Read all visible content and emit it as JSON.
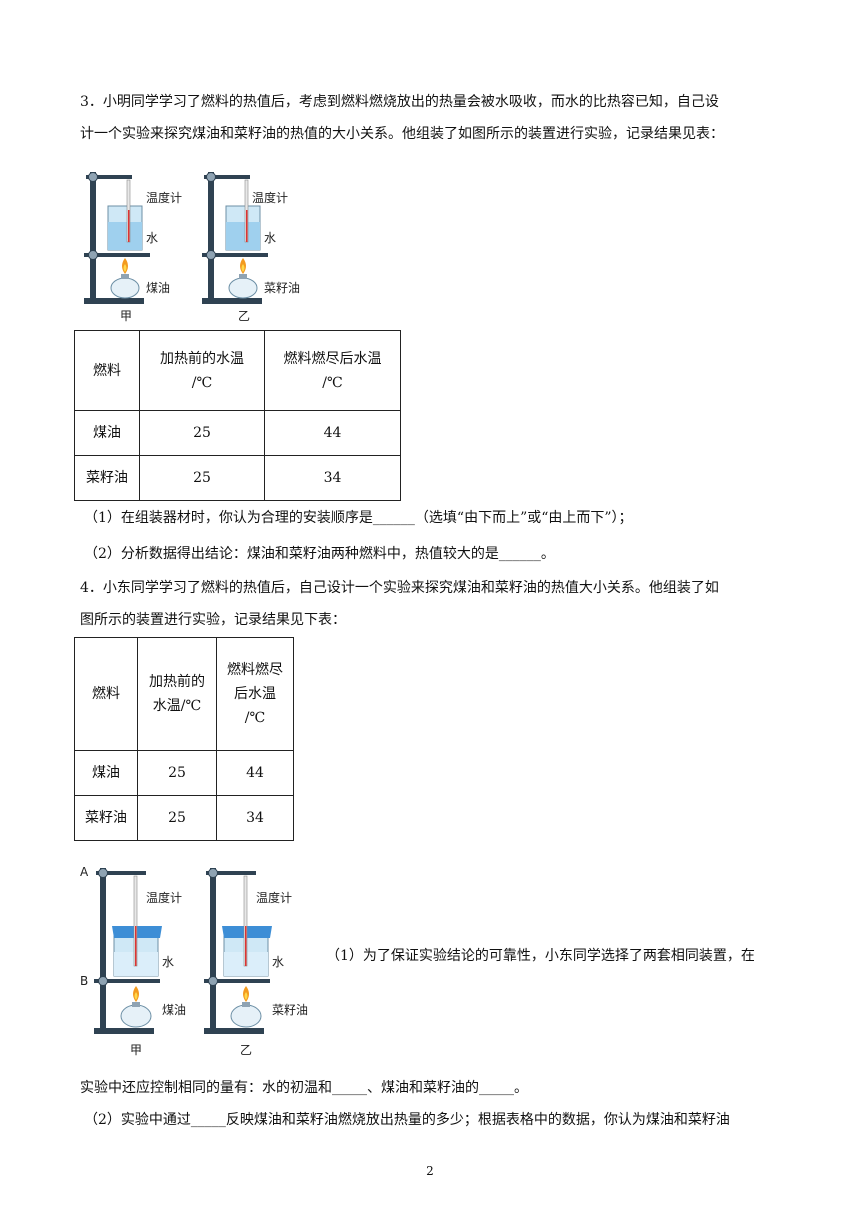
{
  "q3": {
    "line1": "3．小明同学学习了燃料的热值后，考虑到燃料燃烧放出的热量会被水吸收，而水的比热容已知，自己设",
    "line2": "计一个实验来探究煤油和菜籽油的热值的大小关系。他组装了如图所示的装置进行实验，记录结果见表：",
    "figure": {
      "left": {
        "thermo": "温度计",
        "water": "水",
        "fuel": "煤油",
        "caption": "甲"
      },
      "right": {
        "thermo": "温度计",
        "water": "水",
        "fuel": "菜籽油",
        "caption": "乙"
      }
    },
    "table": {
      "h1": "燃料",
      "h2a": "加热前的水温",
      "h2b": "/℃",
      "h3a": "燃料燃尽后水温",
      "h3b": "/℃",
      "rows": [
        {
          "fuel": "煤油",
          "before": "25",
          "after": "44"
        },
        {
          "fuel": "菜籽油",
          "before": "25",
          "after": "34"
        }
      ]
    },
    "sub1": "（1）在组装器材时，你认为合理的安装顺序是______（选填“由下而上”或“由上而下”）；",
    "sub2": "（2）分析数据得出结论：煤油和菜籽油两种燃料中，热值较大的是______。"
  },
  "q4": {
    "line1": "4．小东同学学习了燃料的热值后，自己设计一个实验来探究煤油和菜籽油的热值大小关系。他组装了如",
    "line2": "图所示的装置进行实验，记录结果见下表：",
    "table": {
      "h1": "燃料",
      "h2a": "加热前的",
      "h2b": "水温/℃",
      "h3a": "燃料燃尽",
      "h3b": "后水温",
      "h3c": "/℃",
      "rows": [
        {
          "fuel": "煤油",
          "before": "25",
          "after": "44"
        },
        {
          "fuel": "菜籽油",
          "before": "25",
          "after": "34"
        }
      ]
    },
    "figure": {
      "labelA": "A",
      "labelB": "B",
      "left": {
        "thermo": "温度计",
        "water": "水",
        "fuel": "煤油",
        "caption": "甲"
      },
      "right": {
        "thermo": "温度计",
        "water": "水",
        "fuel": "菜籽油",
        "caption": "乙"
      }
    },
    "sub1_part1": "（1）为了保证实验结论的可靠性，小东同学选择了两套相同装置，在",
    "sub1_part2": "实验中还应控制相同的量有：水的初温和_____、煤油和菜籽油的_____。",
    "sub2": "（2）实验中通过_____反映煤油和菜籽油燃烧放出热量的多少；根据表格中的数据，你认为煤油和菜籽油"
  },
  "page_number": "2"
}
